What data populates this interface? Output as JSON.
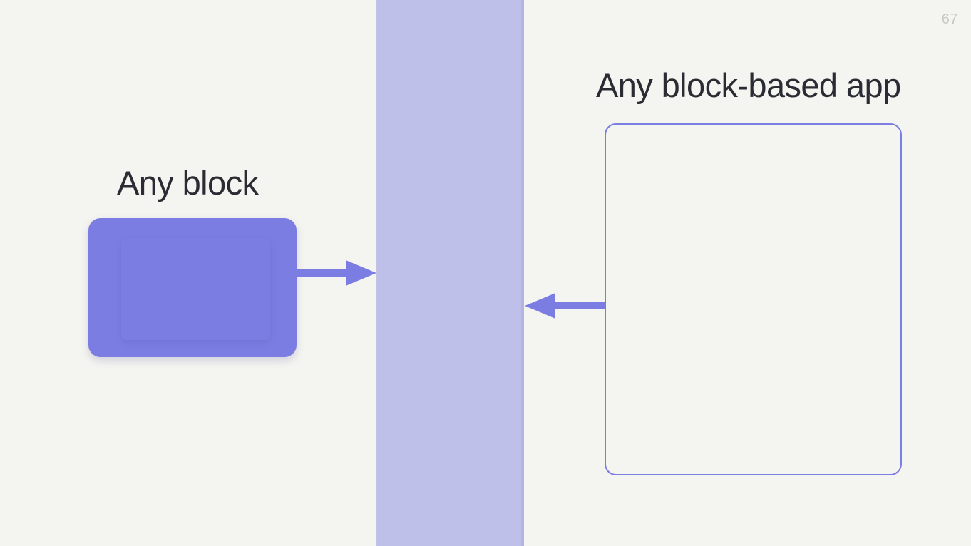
{
  "slide": {
    "page_number": "67",
    "background_color": "#f4f4f0",
    "accent_color": "#7b7de3",
    "band_color": "#bfc0ea",
    "text_color": "#2b2b33"
  },
  "left": {
    "label": "Any block",
    "shape_name": "any-block-rectangle"
  },
  "right": {
    "label": "Any block-based app",
    "shape_name": "app-frame-rectangle"
  },
  "connectors": {
    "outgoing": {
      "name": "arrow-right",
      "direction": "right",
      "from": "Any block",
      "to": "center band"
    },
    "incoming": {
      "name": "arrow-left",
      "direction": "left",
      "from": "Any block-based app",
      "to": "center band"
    }
  },
  "center_band": {
    "name": "center-band",
    "label": ""
  }
}
